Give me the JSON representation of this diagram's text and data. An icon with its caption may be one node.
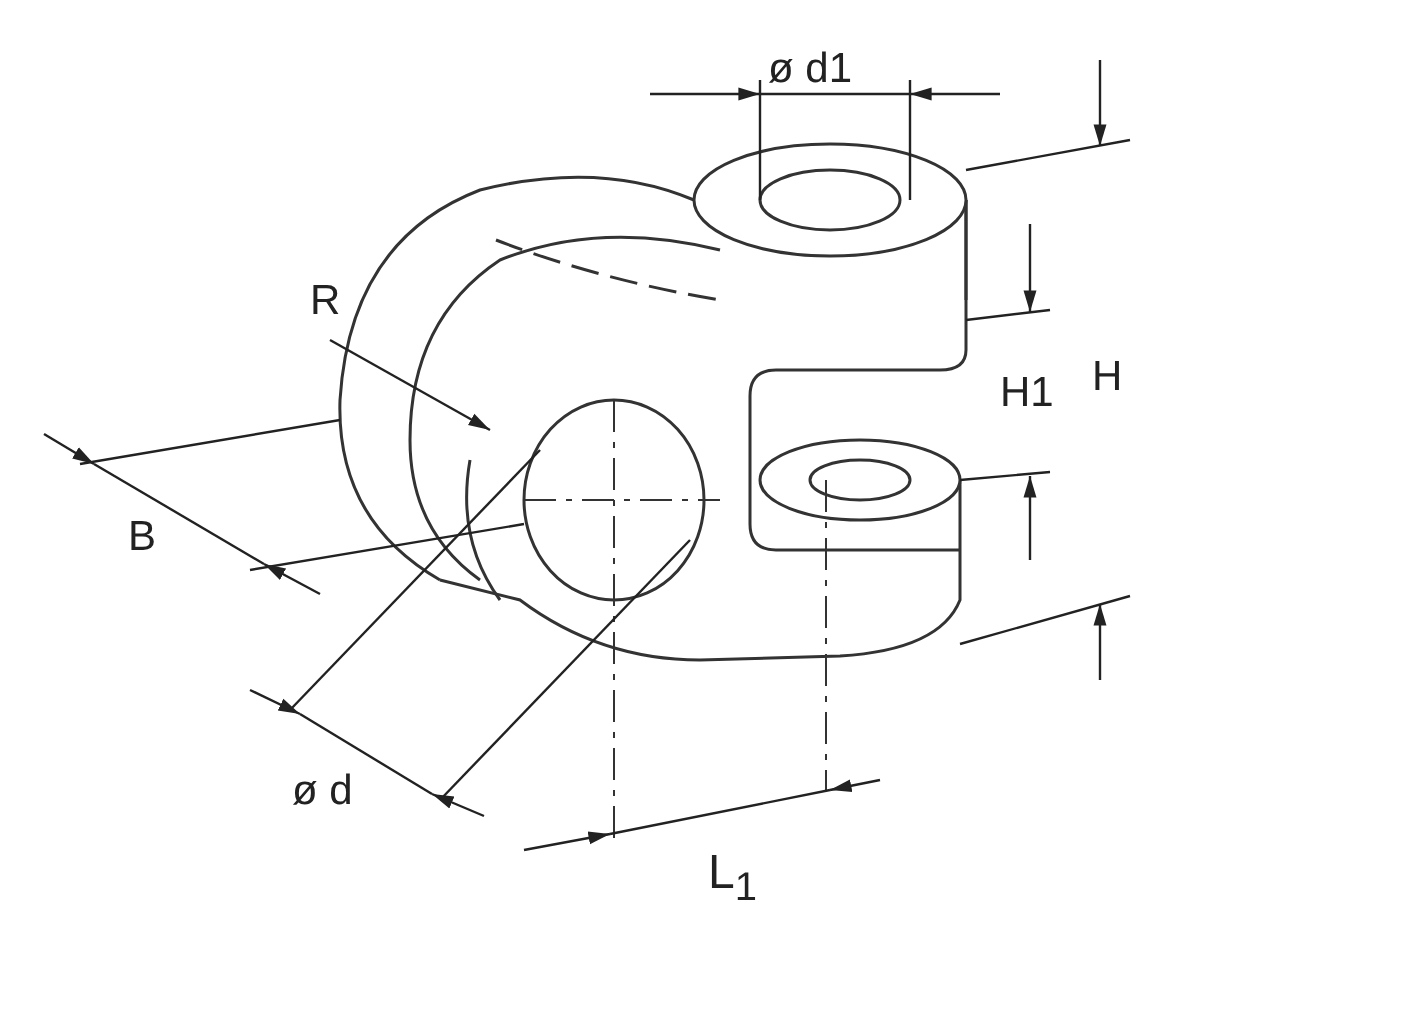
{
  "diagram": {
    "labels": [
      "ø d1",
      "R",
      "H1",
      "H",
      "B",
      "ø d",
      "L$_{1}$"
    ]
  }
}
